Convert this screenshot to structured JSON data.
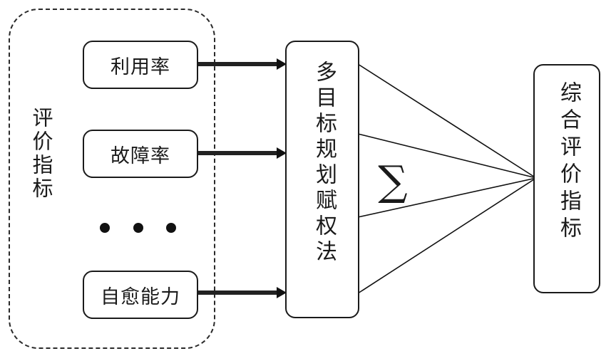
{
  "group": {
    "label": "评价指标",
    "items": [
      {
        "label": "利用率"
      },
      {
        "label": "故障率"
      },
      {
        "label": "自愈能力"
      }
    ]
  },
  "method": {
    "label": "多目标规划赋权法"
  },
  "sigma": "∑",
  "result": {
    "label": "综合评价指标"
  }
}
